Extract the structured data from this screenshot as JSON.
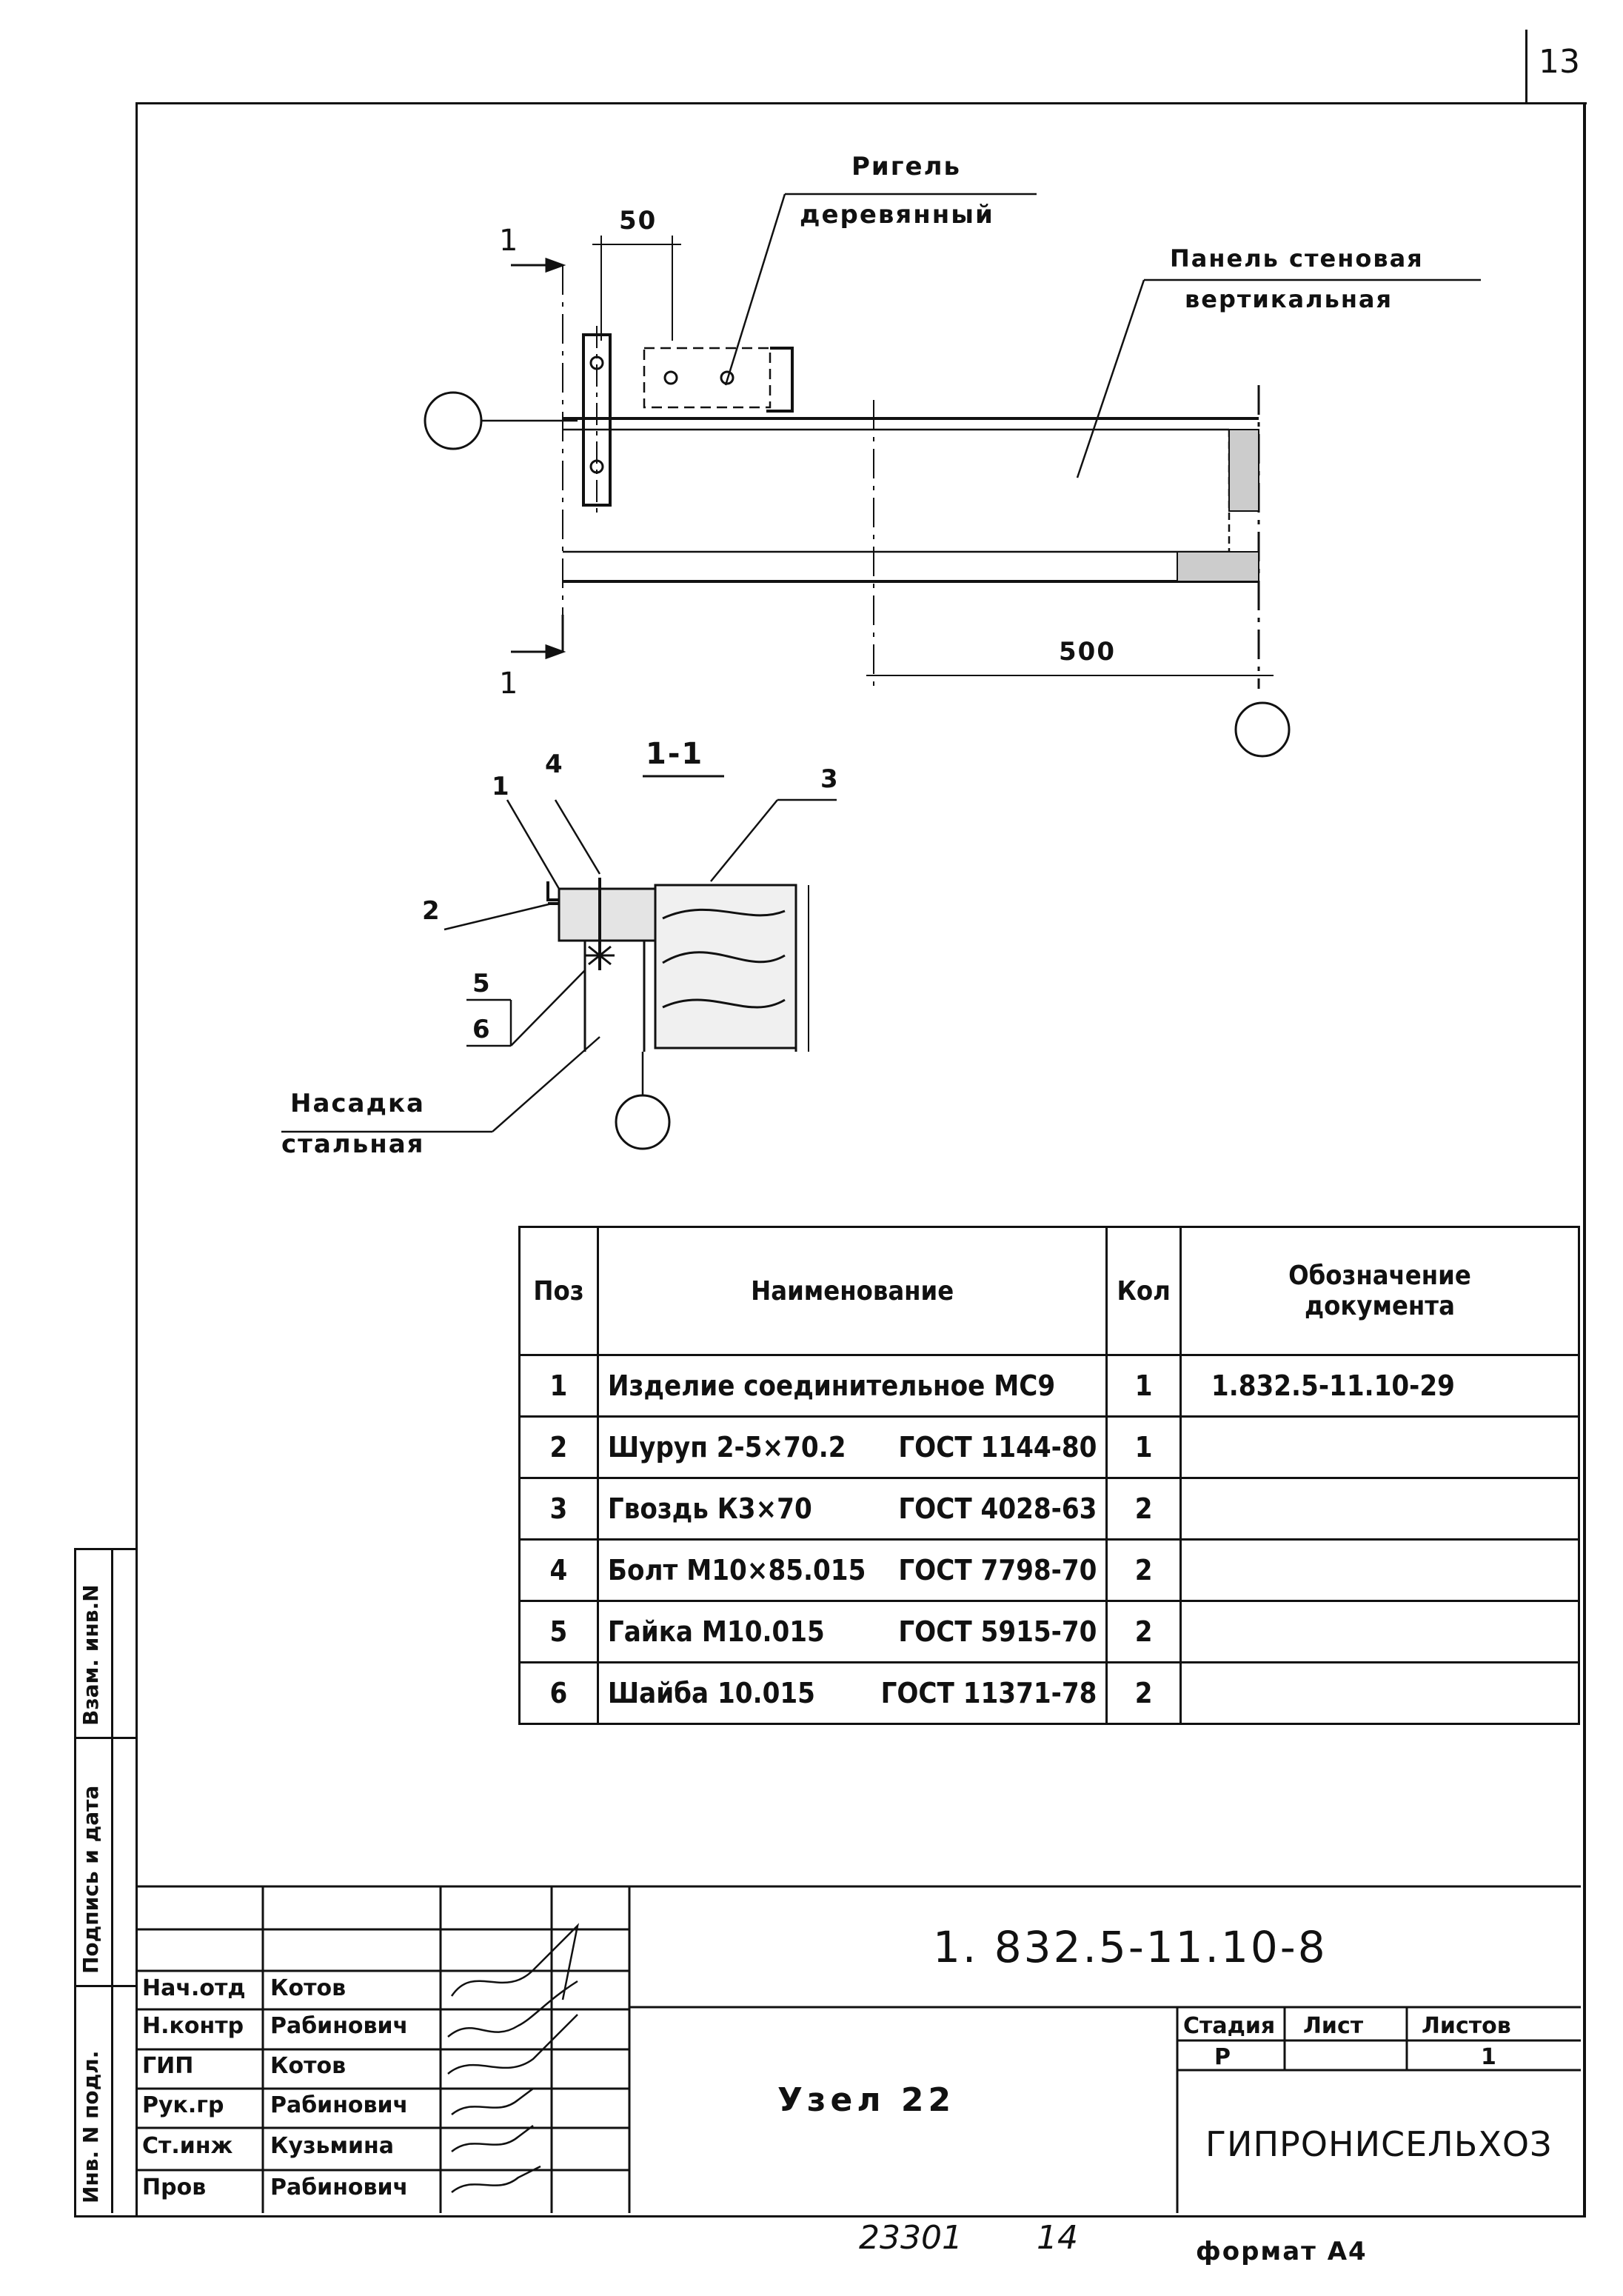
{
  "page_number": "13",
  "drawing": {
    "label_rigel_line1": "Ригель",
    "label_rigel_line2": "деревянный",
    "label_panel_line1": "Панель стеновая",
    "label_panel_line2": "вертикальная",
    "dim_50": "50",
    "dim_500": "500",
    "section_mark_top": "1",
    "section_mark_bottom": "1",
    "section_title": "1-1",
    "callouts": [
      "1",
      "2",
      "3",
      "4",
      "5",
      "6"
    ],
    "label_nasadka_line1": "Насадка",
    "label_nasadka_line2": "стальная"
  },
  "spec_table": {
    "headers": {
      "pos": "Поз",
      "name": "Наименование",
      "qty": "Кол",
      "doc_line1": "Обозначение",
      "doc_line2": "документа"
    },
    "rows": [
      {
        "pos": "1",
        "name": "Изделие соединительное МС9",
        "gost": "",
        "qty": "1",
        "doc": "1.832.5-11.10-29"
      },
      {
        "pos": "2",
        "name": "Шуруп 2-5×70.2",
        "gost": "ГОСТ 1144-80",
        "qty": "1",
        "doc": ""
      },
      {
        "pos": "3",
        "name": "Гвоздь К3×70",
        "gost": "ГОСТ 4028-63",
        "qty": "2",
        "doc": ""
      },
      {
        "pos": "4",
        "name": "Болт М10×85.015",
        "gost": "ГОСТ 7798-70",
        "qty": "2",
        "doc": ""
      },
      {
        "pos": "5",
        "name": "Гайка М10.015",
        "gost": "ГОСТ 5915-70",
        "qty": "2",
        "doc": ""
      },
      {
        "pos": "6",
        "name": "Шайба 10.015",
        "gost": "ГОСТ 11371-78",
        "qty": "2",
        "doc": ""
      }
    ]
  },
  "side_stamp": {
    "vzam_inv": "Взам. инв.N",
    "podpis_data": "Подпись и дата",
    "inv_podl": "Инв. N подл."
  },
  "title_block": {
    "document_code": "1. 832.5-11.10-8",
    "title": "Узел 22",
    "stage_label": "Стадия",
    "sheet_label": "Лист",
    "sheets_label": "Листов",
    "stage_value": "Р",
    "sheet_value": "",
    "sheets_value": "1",
    "organization": "ГИПРОНИСЕЛЬХОЗ",
    "signatures": [
      {
        "role": "Нач.отд",
        "name": "Котов"
      },
      {
        "role": "Н.контр",
        "name": "Рабинович"
      },
      {
        "role": "ГИП",
        "name": "Котов"
      },
      {
        "role": "Рук.гр",
        "name": "Рабинович"
      },
      {
        "role": "Ст.инж",
        "name": "Кузьмина"
      },
      {
        "role": "Пров",
        "name": "Рабинович"
      }
    ]
  },
  "footer": {
    "inventory_number": "23301",
    "copy_number": "14",
    "format": "формат А4"
  }
}
